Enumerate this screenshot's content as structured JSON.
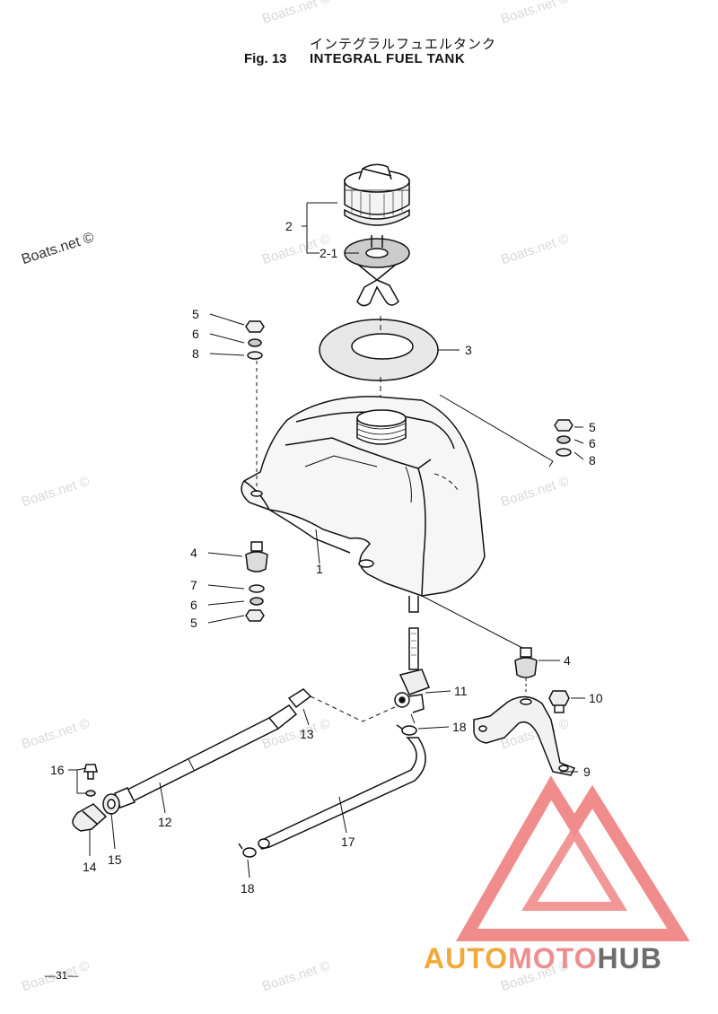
{
  "header": {
    "title_jp": "インテグラルフュエルタンク",
    "fig_number": "Fig. 13",
    "title_en": "INTEGRAL FUEL TANK"
  },
  "watermark": {
    "text": "Boats.net ©"
  },
  "callouts": [
    {
      "id": "c2",
      "label": "2"
    },
    {
      "id": "c2-1",
      "label": "2-1"
    },
    {
      "id": "c3",
      "label": "3"
    },
    {
      "id": "c5a",
      "label": "5"
    },
    {
      "id": "c6a",
      "label": "6"
    },
    {
      "id": "c8a",
      "label": "8"
    },
    {
      "id": "c5b",
      "label": "5"
    },
    {
      "id": "c6b",
      "label": "6"
    },
    {
      "id": "c8b",
      "label": "8"
    },
    {
      "id": "c1",
      "label": "1"
    },
    {
      "id": "c4a",
      "label": "4"
    },
    {
      "id": "c7",
      "label": "7"
    },
    {
      "id": "c6c",
      "label": "6"
    },
    {
      "id": "c5c",
      "label": "5"
    },
    {
      "id": "c4b",
      "label": "4"
    },
    {
      "id": "c10",
      "label": "10"
    },
    {
      "id": "c11",
      "label": "11"
    },
    {
      "id": "c13",
      "label": "13"
    },
    {
      "id": "c18a",
      "label": "18"
    },
    {
      "id": "c9",
      "label": "9"
    },
    {
      "id": "c16",
      "label": "16"
    },
    {
      "id": "c12",
      "label": "12"
    },
    {
      "id": "c17",
      "label": "17"
    },
    {
      "id": "c14",
      "label": "14"
    },
    {
      "id": "c15",
      "label": "15"
    },
    {
      "id": "c18b",
      "label": "18"
    }
  ],
  "footer": {
    "page": "—31—"
  },
  "brand": {
    "part1": "AUTO",
    "part2": "MOTO",
    "part3": "HUB",
    "color_orange": "#f2a93b",
    "color_pink": "#ee8f8f",
    "color_gray": "#6d6d6d"
  }
}
